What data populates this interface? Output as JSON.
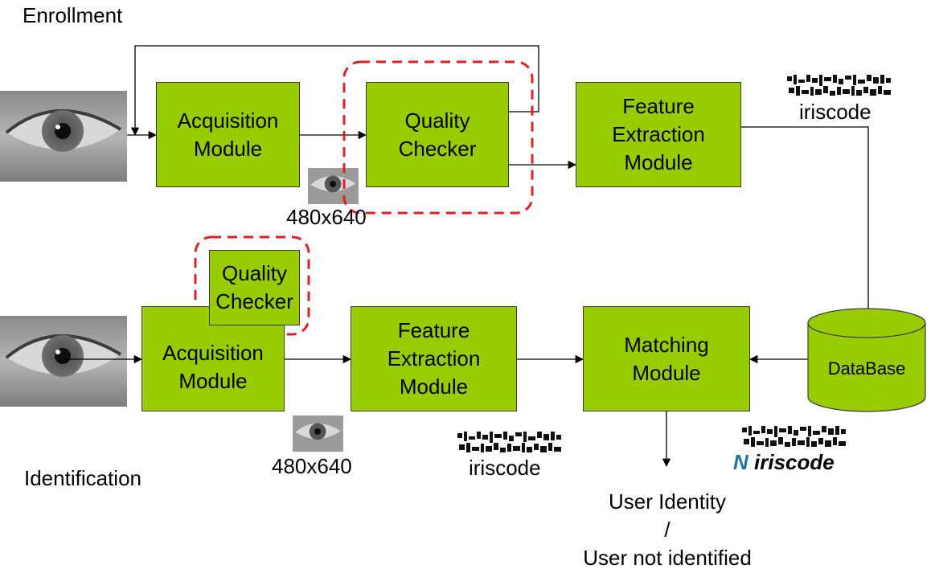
{
  "sections": {
    "enrollment": "Enrollment",
    "identification": "Identification"
  },
  "enrollment": {
    "acquisition": "Acquisition\nModule",
    "quality": "Quality\nChecker",
    "feature": "Feature\nExtraction\nModule",
    "resolution": "480x640",
    "iriscode": "iriscode"
  },
  "identification": {
    "quality": "Quality\nChecker",
    "acquisition": "Acquisition\nModule",
    "feature": "Feature\nExtraction\nModule",
    "matching": "Matching\nModule",
    "database": "DataBase",
    "resolution": "480x640",
    "iriscode": "iriscode",
    "n_letter": "N",
    "n_iriscode": "iriscode",
    "result_line1": "User Identity",
    "result_sep": "/",
    "result_line2": "User not identified"
  },
  "colors": {
    "module_fill": "#99cc00",
    "highlight_dash": "#e02020",
    "n_accent": "#1f6fa8"
  }
}
